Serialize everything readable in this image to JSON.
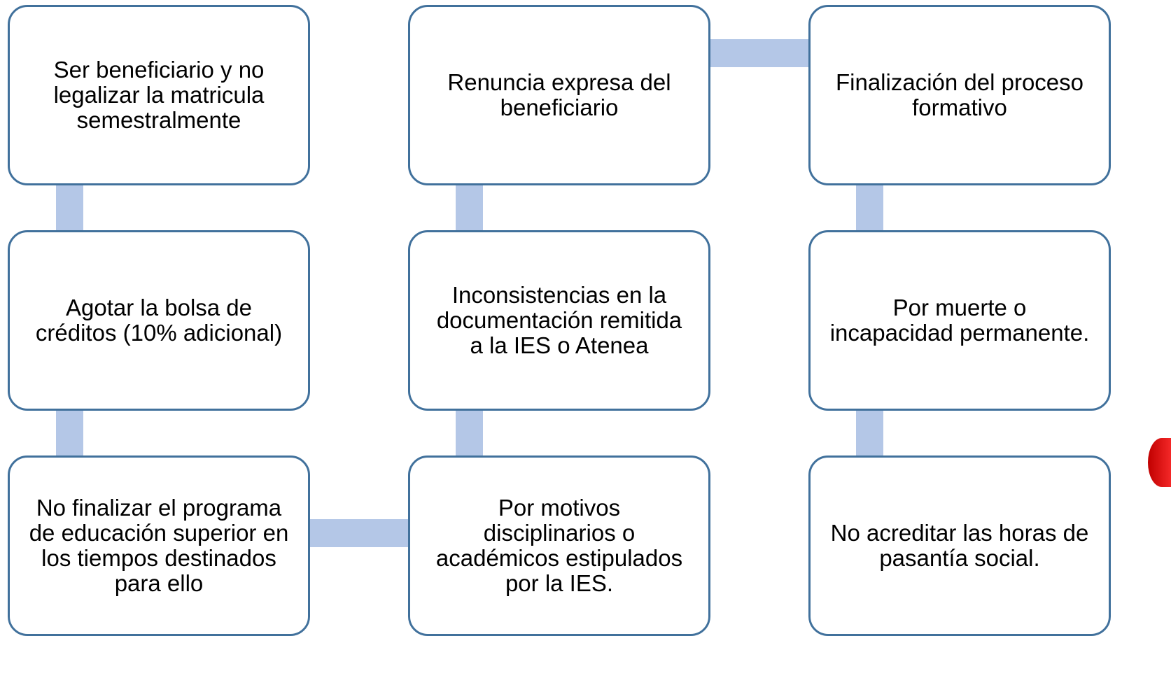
{
  "diagram": {
    "boxes": [
      {
        "id": "col1-row1",
        "text": "Ser beneficiario y no\nlegalizar la matricula\nsemestralmente"
      },
      {
        "id": "col1-row2",
        "text": "Agotar la bolsa de\ncréditos (10% adicional)"
      },
      {
        "id": "col1-row3",
        "text": "No finalizar el programa\nde educación superior en\nlos tiempos destinados\npara ello"
      },
      {
        "id": "col2-row1",
        "text": "Renuncia expresa del\nbeneficiario"
      },
      {
        "id": "col2-row2",
        "text": "Inconsistencias en la\ndocumentación remitida\na la IES o Atenea"
      },
      {
        "id": "col2-row3",
        "text": "Por motivos\ndisciplinarios o\nacadémicos estipulados\npor la IES."
      },
      {
        "id": "col3-row1",
        "text": "Finalización del proceso\nformativo"
      },
      {
        "id": "col3-row2",
        "text": "Por muerte o\nincapacidad permanente."
      },
      {
        "id": "col3-row3",
        "text": "No acreditar las horas de\npasantía social."
      }
    ],
    "colors": {
      "box_border": "#41719c",
      "connector": "#b4c7e7",
      "box_fill": "#ffffff",
      "accent_shape": "#e02020"
    }
  }
}
